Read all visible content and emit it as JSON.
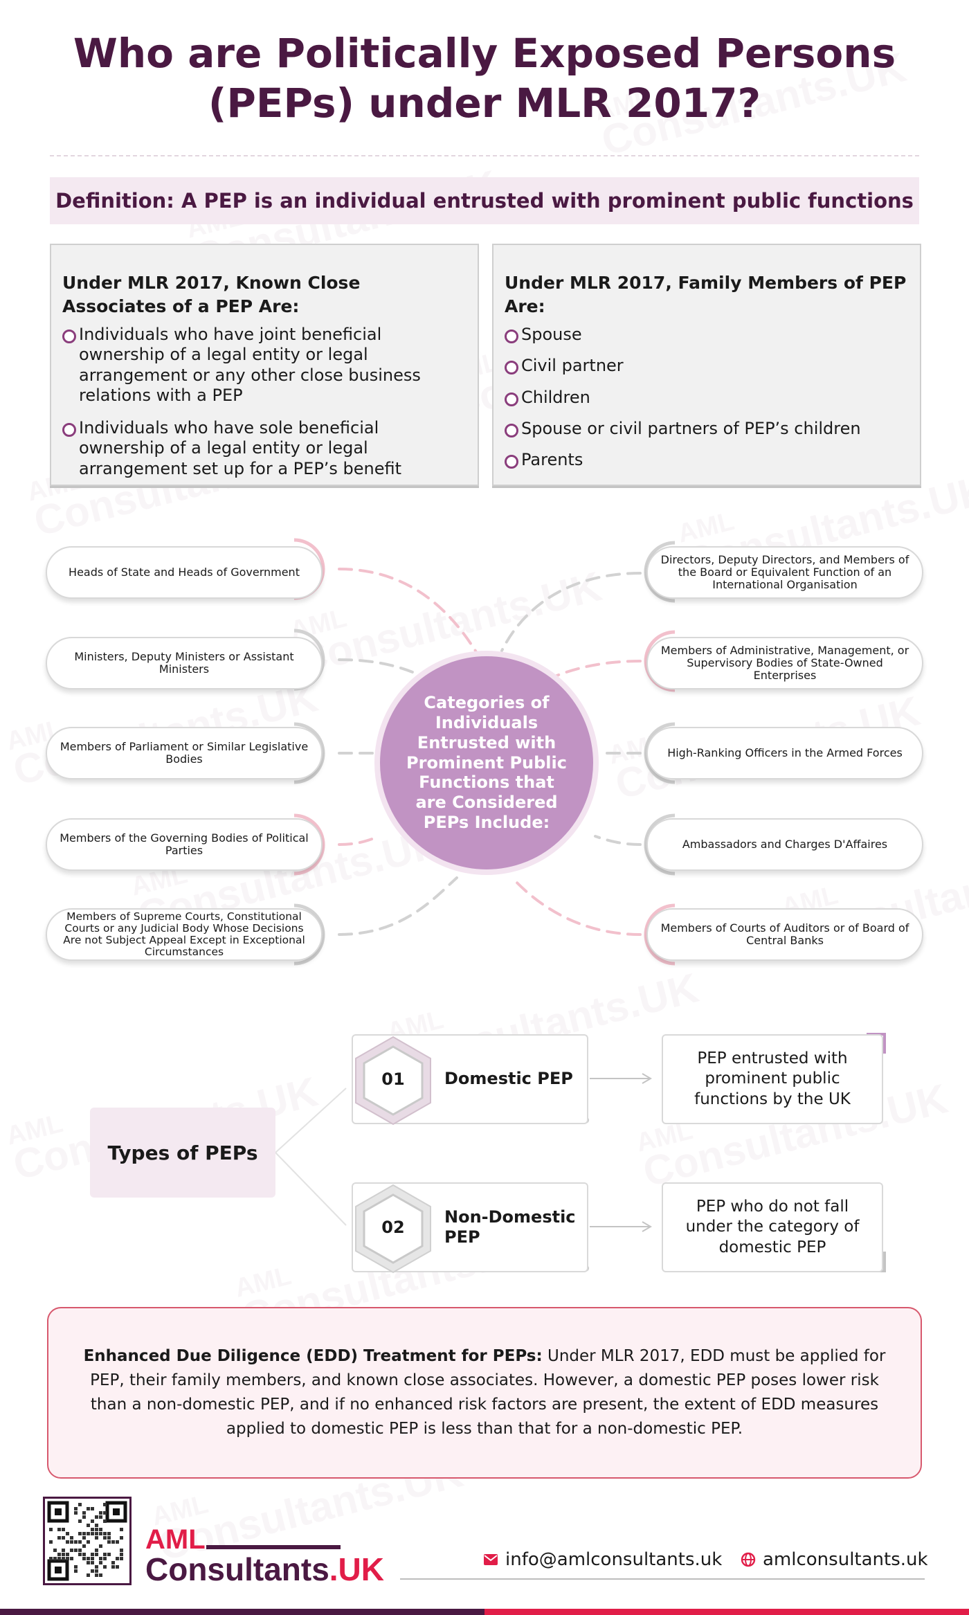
{
  "title": {
    "line1": "Who are Politically Exposed Persons",
    "line2": "(PEPs) under MLR 2017?"
  },
  "definition": "Definition: A PEP is an individual entrusted with prominent public functions",
  "associates": {
    "heading": "Under MLR 2017, Known Close Associates of a PEP Are:",
    "items": [
      "Individuals who have joint beneficial ownership of a legal entity or legal arrangement or any other close business relations with a PEP",
      "Individuals who have sole beneficial ownership of a legal entity or legal arrangement set up for a PEP’s benefit"
    ]
  },
  "family": {
    "heading": "Under MLR 2017, Family Members of PEP Are:",
    "items": [
      "Spouse",
      "Civil partner",
      "Children",
      "Spouse or civil partners of PEP’s children",
      "Parents"
    ]
  },
  "categories": {
    "hub": "Categories of Individuals Entrusted with Prominent Public Functions that are Considered PEPs Include:",
    "left": [
      "Heads of State and Heads of Government",
      "Ministers, Deputy Ministers or Assistant Ministers",
      "Members of Parliament or Similar Legislative Bodies",
      "Members of the Governing Bodies of Political Parties",
      "Members of Supreme Courts, Constitutional Courts or any Judicial Body Whose Decisions Are not Subject Appeal Except in Exceptional Circumstances"
    ],
    "right": [
      "Directors, Deputy Directors, and Members of the Board or Equivalent Function of an International Organisation",
      "Members of Administrative, Management, or Supervisory Bodies of State-Owned Enterprises",
      "High-Ranking Officers in the Armed Forces",
      "Ambassadors and Charges D'Affaires",
      "Members of Courts of Auditors or of Board of Central Banks"
    ]
  },
  "types": {
    "title": "Types of PEPs",
    "items": [
      {
        "num": "01",
        "label": "Domestic PEP",
        "desc": "PEP entrusted with prominent public functions by the UK"
      },
      {
        "num": "02",
        "label": "Non-Domestic PEP",
        "desc": "PEP who do not fall under the category of domestic PEP"
      }
    ]
  },
  "edd": {
    "heading": "Enhanced Due Diligence (EDD) Treatment for PEPs:",
    "body": " Under MLR 2017, EDD must be applied for PEP, their family members, and known close associates. However, a domestic PEP poses lower risk than a non-domestic PEP, and if no enhanced risk factors are present, the extent of EDD measures applied to domestic PEP is less than that for a non-domestic PEP."
  },
  "footer": {
    "logo_top": "AML",
    "logo_main": "Consultants",
    "logo_suffix": ".UK",
    "email": "info@amlconsultants.uk",
    "website": "amlconsultants.uk"
  },
  "watermark": {
    "top": "AML",
    "main": "Consultants.UK"
  },
  "colors": {
    "brand_purple": "#4a1942",
    "brand_red": "#e11d48",
    "hub": "#c193c3",
    "tint": "#f4e9f1"
  }
}
